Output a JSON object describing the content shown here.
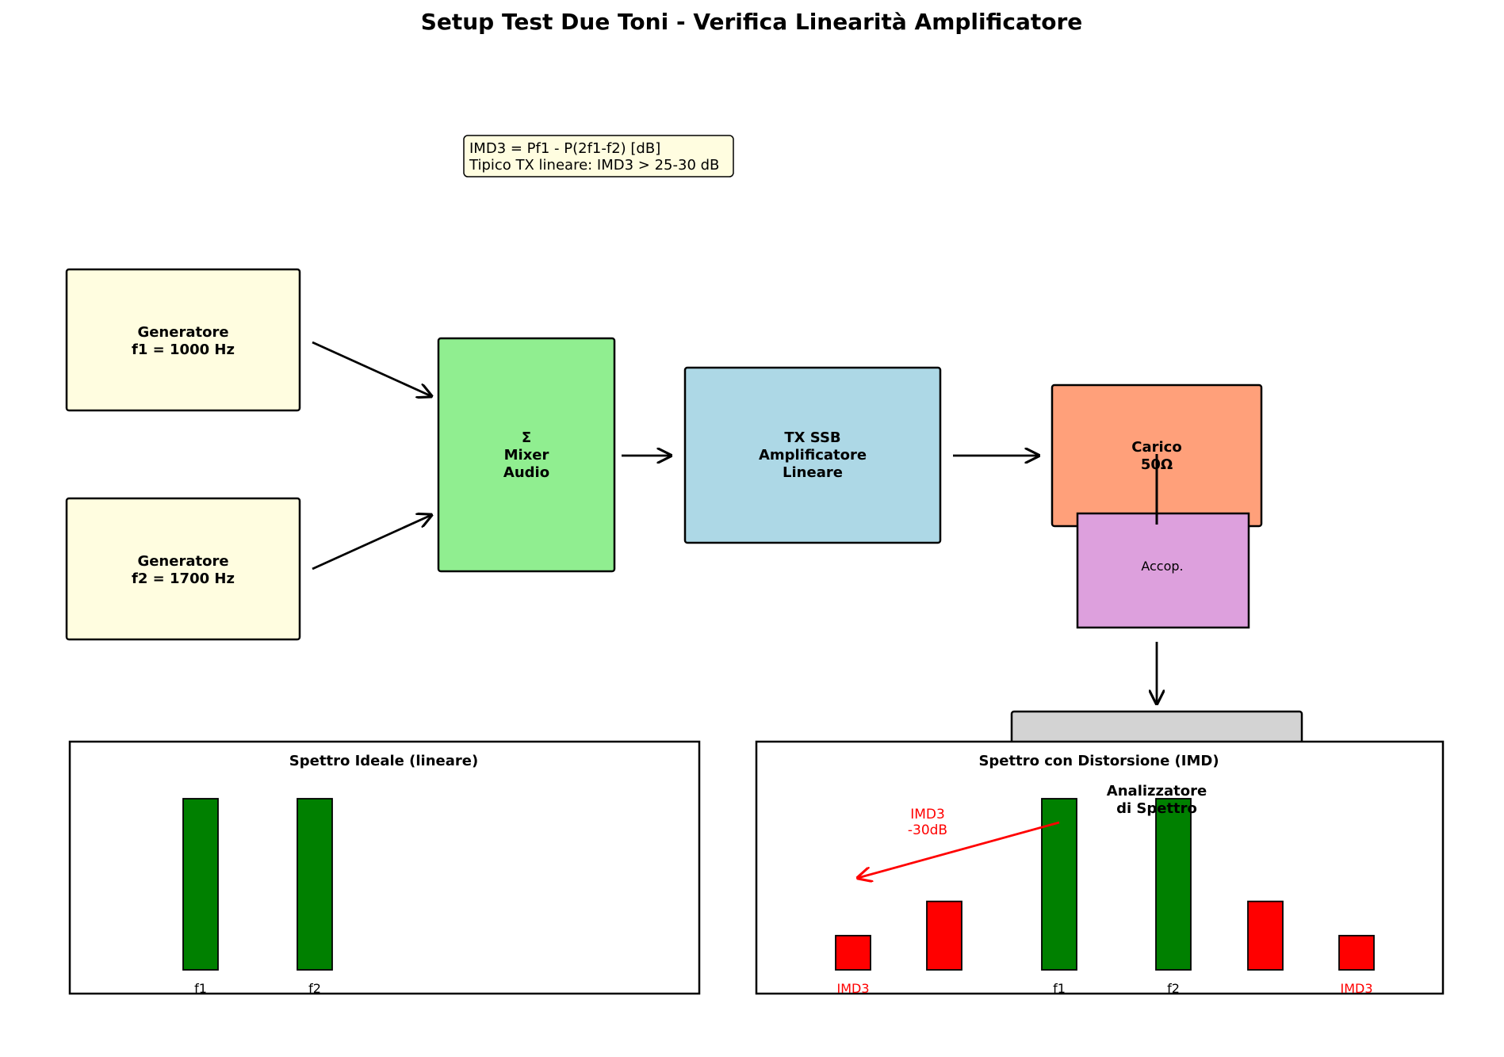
{
  "title": "Setup Test Due Toni - Verifica Linearità Amplificatore",
  "formula": {
    "line1": "IMD3 = Pf1 - P(2f1-f2) [dB]",
    "line2": "Tipico TX lineare: IMD3 > 25-30 dB"
  },
  "blocks": {
    "gen1": {
      "lines": [
        "Generatore",
        "f1 = 1000 Hz"
      ],
      "color": "#FFFDE0"
    },
    "gen2": {
      "lines": [
        "Generatore",
        "f2 = 1700 Hz"
      ],
      "color": "#FFFDE0"
    },
    "mixer": {
      "lines": [
        "Σ",
        "Mixer",
        "Audio"
      ],
      "color": "#90EE90"
    },
    "tx": {
      "lines": [
        "TX SSB",
        "Amplificatore",
        "Lineare"
      ],
      "color": "#ADD8E6"
    },
    "load": {
      "lines": [
        "Carico",
        "50Ω"
      ],
      "color": "#FFA07A"
    },
    "coupler": {
      "label": "Accop.",
      "color": "#DDA0DD"
    },
    "analyzer": {
      "lines": [
        "Analizzatore",
        "di Spettro"
      ],
      "color": "#D3D3D3"
    }
  },
  "spectrum_ideal": {
    "title": "Spettro Ideale (lineare)",
    "bars": [
      {
        "label": "f1",
        "level": 1.0,
        "color": "#008000"
      },
      {
        "label": "f2",
        "level": 1.0,
        "color": "#008000"
      }
    ]
  },
  "spectrum_imd": {
    "title": "Spettro con Distorsione (IMD)",
    "annotation": [
      "IMD3",
      "-30dB"
    ],
    "annotation_color": "#FF0000",
    "bars": [
      {
        "label": "IMD3",
        "level": 0.2,
        "color": "#FF0000",
        "label_color": "#FF0000"
      },
      {
        "label": "",
        "level": 0.4,
        "color": "#FF0000",
        "label_color": "#FF0000"
      },
      {
        "label": "f1",
        "level": 1.0,
        "color": "#008000",
        "label_color": "#000000"
      },
      {
        "label": "f2",
        "level": 1.0,
        "color": "#008000",
        "label_color": "#000000"
      },
      {
        "label": "",
        "level": 0.4,
        "color": "#FF0000",
        "label_color": "#FF0000"
      },
      {
        "label": "IMD3",
        "level": 0.2,
        "color": "#FF0000",
        "label_color": "#FF0000"
      }
    ]
  }
}
